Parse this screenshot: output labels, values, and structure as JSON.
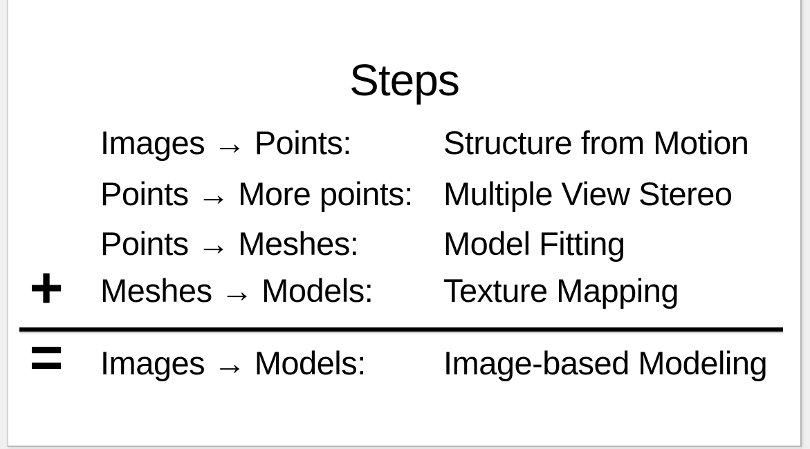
{
  "slide": {
    "title": "Steps",
    "rows": [
      {
        "prefix": "",
        "mapping": "Images → Points:",
        "technique": "Structure from Motion"
      },
      {
        "prefix": "",
        "mapping": "Points → More points:",
        "technique": "Multiple View Stereo"
      },
      {
        "prefix": "",
        "mapping": "Points → Meshes:",
        "technique": "Model Fitting"
      },
      {
        "prefix": "+",
        "mapping": "Meshes → Models:",
        "technique": "Texture Mapping"
      },
      {
        "prefix": "=",
        "mapping": "Images → Models:",
        "technique": "Image-based Modeling"
      }
    ],
    "colors": {
      "text": "#000000",
      "slide_background": "#ffffff",
      "page_background": "#f0f0f0",
      "sum_rule": "#000000",
      "page_border": "#bbbbbb"
    }
  }
}
